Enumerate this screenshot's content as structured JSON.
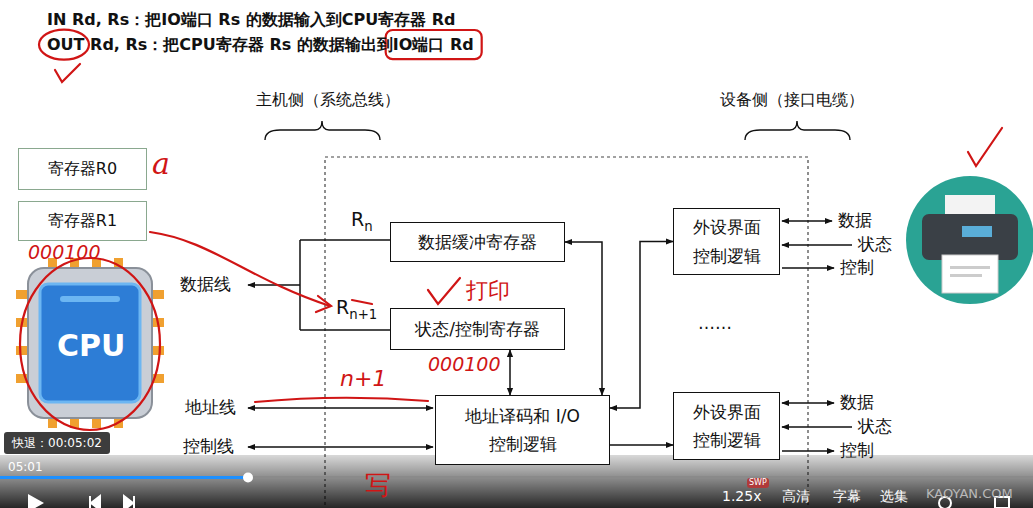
{
  "diagram": {
    "nodes": [
      {
        "text": [
          "寄存器R0"
        ]
      },
      {
        "text": [
          "寄存器R1"
        ]
      },
      {
        "text": [
          "数据缓冲寄存器"
        ]
      },
      {
        "text": [
          "状态/控制寄存器"
        ]
      },
      {
        "text": [
          "地址译码和 I/O 控制逻辑"
        ]
      },
      {
        "text": [
          "外设界面 控制逻辑"
        ]
      },
      {
        "text": [
          "外设界面 控制逻辑"
        ]
      }
    ],
    "edges": [
      {
        "from": 2,
        "to": 4,
        "arrow": "both"
      },
      {
        "from": 3,
        "to": 4,
        "arrow": "both"
      },
      {
        "from": 4,
        "to": 5,
        "arrow": "both"
      },
      {
        "from": 4,
        "to": 6,
        "arrow": "to"
      }
    ],
    "labels": [
      "IN Rd, Rs：把IO端口 Rs 的数据输入到CPU寄存器 Rd",
      "OUT Rd, Rs：把CPU寄存器 Rs 的数据输出到IO端口 Rd",
      "主机侧（系统总线）",
      "设备侧（接口电缆）",
      "Rn",
      "Rn+1",
      "数据线",
      "地址线",
      "控制线",
      "……",
      "数据",
      "状态",
      "控制",
      "数据",
      "状态",
      "控制",
      "CPU",
      "a",
      "000100",
      "打印",
      "000100",
      "n+1",
      "写",
      "快退：00:05:02",
      "05:01",
      "1.25x",
      "SWP",
      "高清",
      "字幕",
      "选集",
      "KAOYAN.COM"
    ]
  }
}
